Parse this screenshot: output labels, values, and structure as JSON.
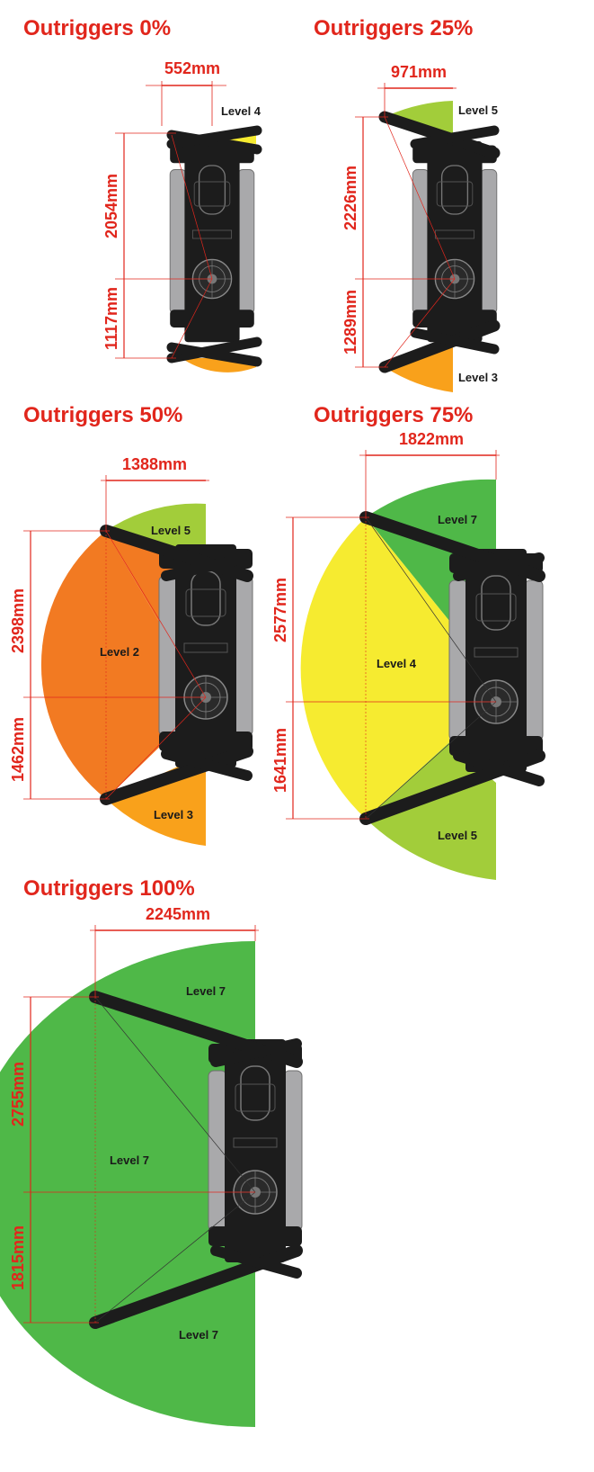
{
  "colors": {
    "title": "#e1261c",
    "dimension": "#e1261c",
    "level_2": "#f27a22",
    "level_3": "#f9a11b",
    "level_4": "#f6eb30",
    "level_5": "#a2cd3a",
    "level_7": "#4fb848",
    "crane_body": "#1c1c1c",
    "track": "#a9a9ab"
  },
  "panels": [
    {
      "title": "Outriggers 0%",
      "width_dim": "552mm",
      "front_dim": "2054mm",
      "rear_dim": "1117mm",
      "zone_front": "Level 4",
      "zone_rear": "",
      "zone_side": ""
    },
    {
      "title": "Outriggers 25%",
      "width_dim": "971mm",
      "front_dim": "2226mm",
      "rear_dim": "1289mm",
      "zone_front": "Level 5",
      "zone_rear": "Level 3",
      "zone_side": ""
    },
    {
      "title": "Outriggers 50%",
      "width_dim": "1388mm",
      "front_dim": "2398mm",
      "rear_dim": "1462mm",
      "zone_front": "Level 5",
      "zone_rear": "Level 3",
      "zone_side": "Level 2"
    },
    {
      "title": "Outriggers 75%",
      "width_dim": "1822mm",
      "front_dim": "2577mm",
      "rear_dim": "1641mm",
      "zone_front": "Level 7",
      "zone_rear": "Level 5",
      "zone_side": "Level 4"
    },
    {
      "title": "Outriggers 100%",
      "width_dim": "2245mm",
      "front_dim": "2755mm",
      "rear_dim": "1815mm",
      "zone_front": "Level 7",
      "zone_rear": "Level 7",
      "zone_side": "Level 7"
    }
  ]
}
